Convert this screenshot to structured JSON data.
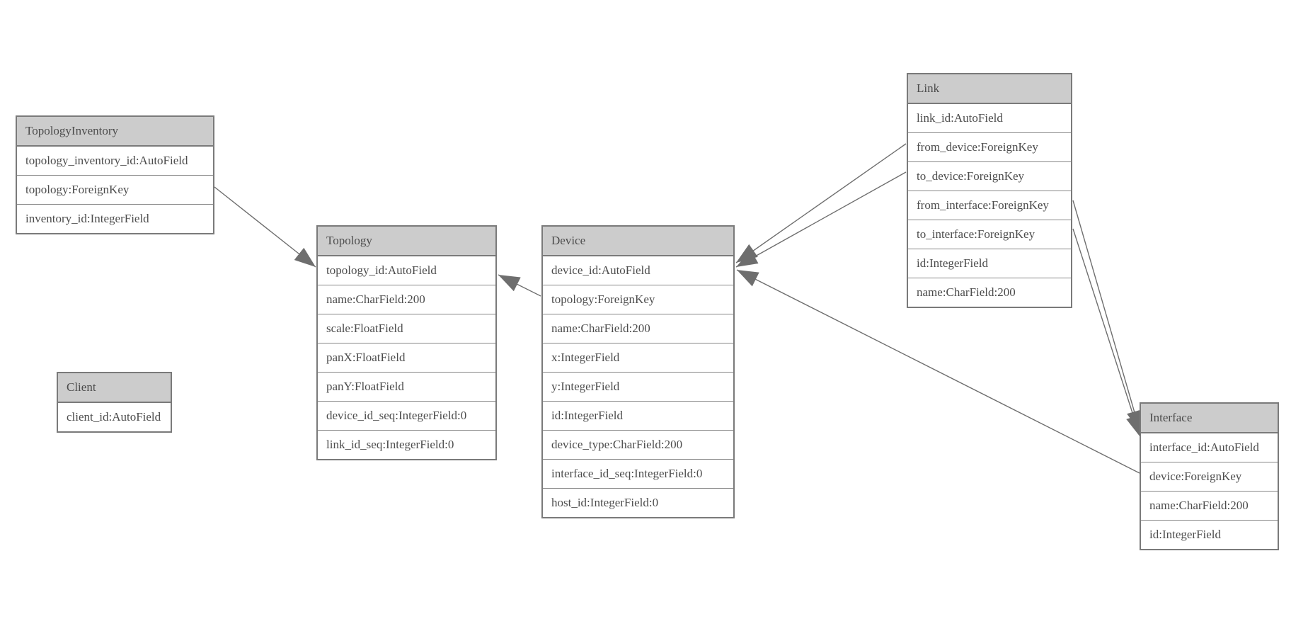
{
  "diagram": {
    "colors": {
      "background": "#ffffff",
      "header_bg": "#cccccc",
      "border": "#7a7a7a",
      "row_divider": "#878787",
      "text": "#4c4c4c",
      "edge": "#6e6e6e"
    },
    "entities": [
      {
        "id": "topology-inventory",
        "title": "TopologyInventory",
        "rows": [
          "topology_inventory_id:AutoField",
          "topology:ForeignKey",
          "inventory_id:IntegerField"
        ]
      },
      {
        "id": "topology",
        "title": "Topology",
        "rows": [
          "topology_id:AutoField",
          "name:CharField:200",
          "scale:FloatField",
          "panX:FloatField",
          "panY:FloatField",
          "device_id_seq:IntegerField:0",
          "link_id_seq:IntegerField:0"
        ]
      },
      {
        "id": "client",
        "title": "Client",
        "rows": [
          "client_id:AutoField"
        ]
      },
      {
        "id": "device",
        "title": "Device",
        "rows": [
          "device_id:AutoField",
          "topology:ForeignKey",
          "name:CharField:200",
          "x:IntegerField",
          "y:IntegerField",
          "id:IntegerField",
          "device_type:CharField:200",
          "interface_id_seq:IntegerField:0",
          "host_id:IntegerField:0"
        ]
      },
      {
        "id": "link",
        "title": "Link",
        "rows": [
          "link_id:AutoField",
          "from_device:ForeignKey",
          "to_device:ForeignKey",
          "from_interface:ForeignKey",
          "to_interface:ForeignKey",
          "id:IntegerField",
          "name:CharField:200"
        ]
      },
      {
        "id": "interface",
        "title": "Interface",
        "rows": [
          "interface_id:AutoField",
          "device:ForeignKey",
          "name:CharField:200",
          "id:IntegerField"
        ]
      }
    ],
    "connectors": [
      {
        "from": "TopologyInventory.topology",
        "to": "Topology.topology_id"
      },
      {
        "from": "Device.topology",
        "to": "Topology.topology_id"
      },
      {
        "from": "Link.from_device",
        "to": "Device.device_id"
      },
      {
        "from": "Link.to_device",
        "to": "Device.device_id"
      },
      {
        "from": "Link.from_interface",
        "to": "Interface.interface_id"
      },
      {
        "from": "Link.to_interface",
        "to": "Interface.interface_id"
      },
      {
        "from": "Interface.device",
        "to": "Device.device_id"
      }
    ]
  }
}
